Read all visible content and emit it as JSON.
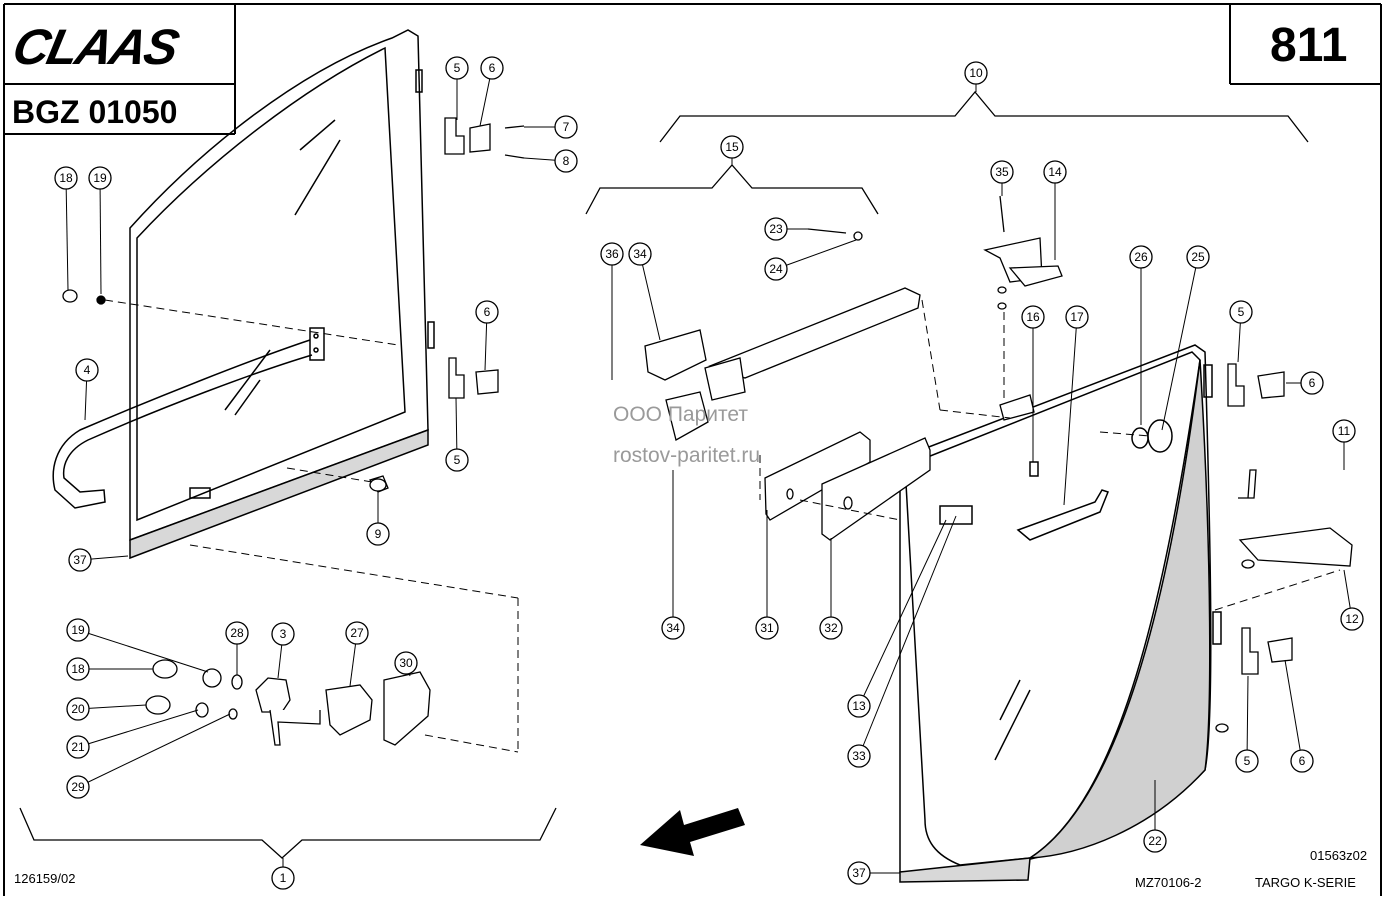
{
  "header": {
    "brand_logo": "CLAAS",
    "group_code": "BGZ 01050",
    "page_number": "811"
  },
  "footer": {
    "left_ref": "126159/02",
    "drawing_no": "MZ70106-2",
    "series": "TARGO K-SERIE",
    "image_ref": "01563z02"
  },
  "watermark": {
    "line1": "ООО Паритет",
    "line2": "rostov-paritet.ru"
  },
  "callouts": [
    {
      "id": "c5a",
      "label": "5"
    },
    {
      "id": "c6a",
      "label": "6"
    },
    {
      "id": "c7",
      "label": "7"
    },
    {
      "id": "c8",
      "label": "8"
    },
    {
      "id": "c18a",
      "label": "18"
    },
    {
      "id": "c19a",
      "label": "19"
    },
    {
      "id": "c4",
      "label": "4"
    },
    {
      "id": "c6b",
      "label": "6"
    },
    {
      "id": "c5b",
      "label": "5"
    },
    {
      "id": "c9",
      "label": "9"
    },
    {
      "id": "c37a",
      "label": "37"
    },
    {
      "id": "c19b",
      "label": "19"
    },
    {
      "id": "c18b",
      "label": "18"
    },
    {
      "id": "c20",
      "label": "20"
    },
    {
      "id": "c21",
      "label": "21"
    },
    {
      "id": "c29",
      "label": "29"
    },
    {
      "id": "c28",
      "label": "28"
    },
    {
      "id": "c3",
      "label": "3"
    },
    {
      "id": "c27",
      "label": "27"
    },
    {
      "id": "c30",
      "label": "30"
    },
    {
      "id": "c1",
      "label": "1"
    },
    {
      "id": "c10",
      "label": "10"
    },
    {
      "id": "c15",
      "label": "15"
    },
    {
      "id": "c23",
      "label": "23"
    },
    {
      "id": "c24",
      "label": "24"
    },
    {
      "id": "c36",
      "label": "36"
    },
    {
      "id": "c34a",
      "label": "34"
    },
    {
      "id": "c35",
      "label": "35"
    },
    {
      "id": "c14",
      "label": "14"
    },
    {
      "id": "c26",
      "label": "26"
    },
    {
      "id": "c25",
      "label": "25"
    },
    {
      "id": "c16",
      "label": "16"
    },
    {
      "id": "c17",
      "label": "17"
    },
    {
      "id": "c5c",
      "label": "5"
    },
    {
      "id": "c6c",
      "label": "6"
    },
    {
      "id": "c11",
      "label": "11"
    },
    {
      "id": "c12",
      "label": "12"
    },
    {
      "id": "c34b",
      "label": "34"
    },
    {
      "id": "c31",
      "label": "31"
    },
    {
      "id": "c32",
      "label": "32"
    },
    {
      "id": "c13",
      "label": "13"
    },
    {
      "id": "c33",
      "label": "33"
    },
    {
      "id": "c5d",
      "label": "5"
    },
    {
      "id": "c6d",
      "label": "6"
    },
    {
      "id": "c22",
      "label": "22"
    },
    {
      "id": "c37b",
      "label": "37"
    }
  ]
}
